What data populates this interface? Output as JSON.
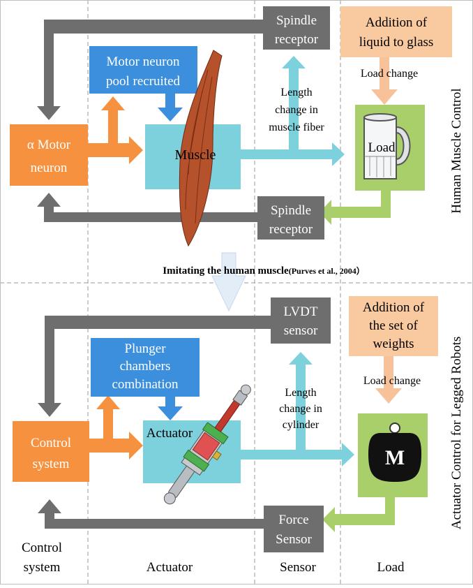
{
  "top": {
    "alpha_neuron": [
      "α Motor",
      "neuron"
    ],
    "pool": [
      "Motor neuron",
      "pool recruited"
    ],
    "muscle": "Muscle",
    "spindle_top": [
      "Spindle",
      "receptor"
    ],
    "spindle_bottom": [
      "Spindle",
      "receptor"
    ],
    "addition": [
      "Addition of",
      "liquid to glass"
    ],
    "load_change": "Load change",
    "length_change": [
      "Length",
      "change in",
      "muscle fiber"
    ],
    "load": "Load",
    "side_label": "Human Muscle Control"
  },
  "middle": {
    "caption_main": "Imitating the human muscle",
    "caption_ref": "(Purves et al., 2004）"
  },
  "bottom": {
    "control": [
      "Control",
      "system"
    ],
    "plunger": [
      "Plunger",
      "chambers",
      "combination"
    ],
    "actuator": "Actuator",
    "lvdt": [
      "LVDT",
      "sensor"
    ],
    "force": [
      "Force",
      "Sensor"
    ],
    "addition": [
      "Addition of",
      "the set of",
      "weights"
    ],
    "load_change": "Load change",
    "length_change": [
      "Length",
      "change in",
      "cylinder"
    ],
    "mass": "M",
    "side_label": "Actuator Control for Legged Robots"
  },
  "columns": {
    "control": [
      "Control",
      "system"
    ],
    "actuator": "Actuator",
    "sensor": "Sensor",
    "load": "Load"
  },
  "colors": {
    "gray": "#6e6e6e",
    "orange": "#f6923f",
    "blue": "#3b8fdc",
    "cyan": "#7dd1dc",
    "green": "#a9cf6a",
    "peach": "#f9c9a0",
    "peach_arrow": "#f7c29a",
    "muscle": "#b5522c"
  }
}
